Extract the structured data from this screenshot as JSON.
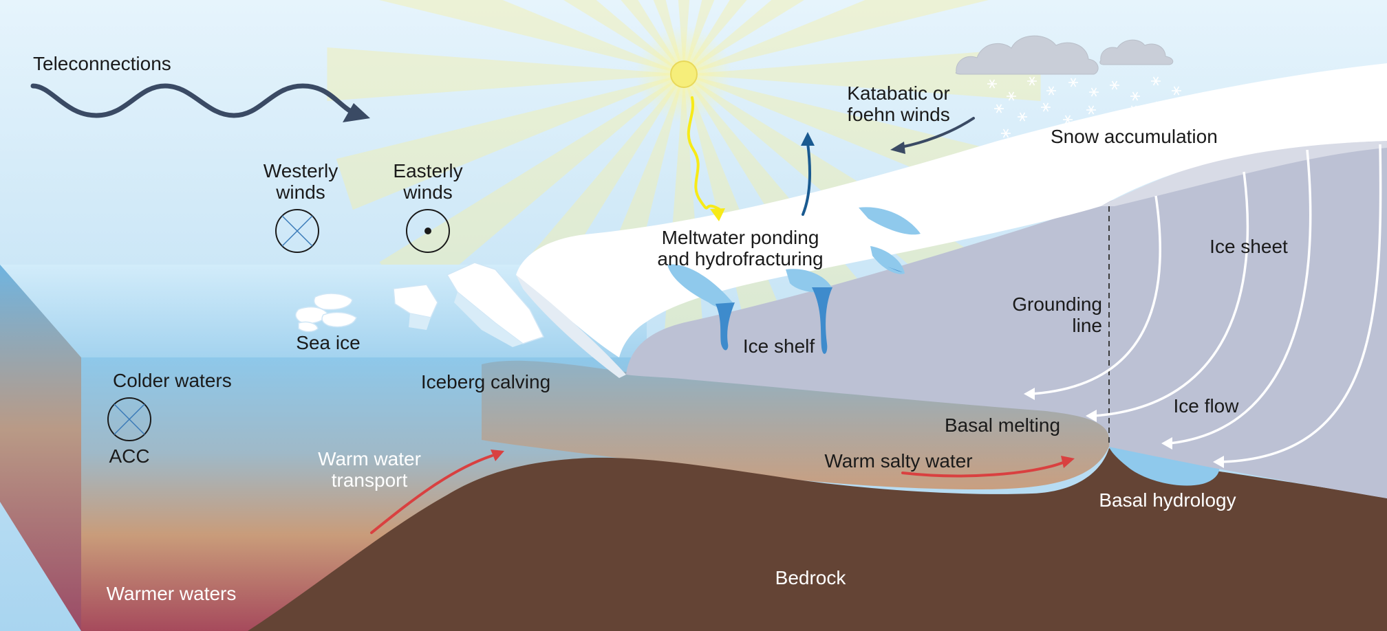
{
  "colors": {
    "sky_top": "#e6f4fc",
    "sky_bottom": "#a9d5f0",
    "ocean_top": "#8ec8ea",
    "ocean_mid": "#c79a7a",
    "ocean_bottom": "#a64a5c",
    "bedrock": "#644435",
    "ice_sheet": "#bcc1d4",
    "snow": "#ffffff",
    "meltwater": "#8fc9ec",
    "warm_arrow": "#d94040",
    "sun": "#f6ee7a",
    "wave": "#3a4a64",
    "katabatic_arrow": "#3a4a64",
    "updraft_arrow": "#1a5a90"
  },
  "icons": {
    "sun": "sun-icon",
    "clouds": "cloud-icon",
    "snowflakes": "snowflake-icon",
    "into_page": "circle-cross-icon",
    "out_of_page": "circle-dot-icon"
  },
  "labels": {
    "teleconnections": "Teleconnections",
    "westerly_1": "Westerly",
    "westerly_2": "winds",
    "easterly_1": "Easterly",
    "easterly_2": "winds",
    "katabatic_1": "Katabatic or",
    "katabatic_2": "foehn winds",
    "snow_accumulation": "Snow accumulation",
    "meltwater_1": "Meltwater ponding",
    "meltwater_2": "and hydrofracturing",
    "ice_sheet": "Ice sheet",
    "grounding_1": "Grounding",
    "grounding_2": "line",
    "ice_shelf": "Ice shelf",
    "sea_ice": "Sea ice",
    "colder_waters": "Colder waters",
    "iceberg_calving": "Iceberg calving",
    "acc": "ACC",
    "warm_water_1": "Warm water",
    "warm_water_2": "transport",
    "basal_melting": "Basal melting",
    "ice_flow": "Ice flow",
    "warm_salty_water": "Warm salty water",
    "basal_hydrology": "Basal hydrology",
    "bedrock": "Bedrock",
    "warmer_waters": "Warmer waters"
  }
}
